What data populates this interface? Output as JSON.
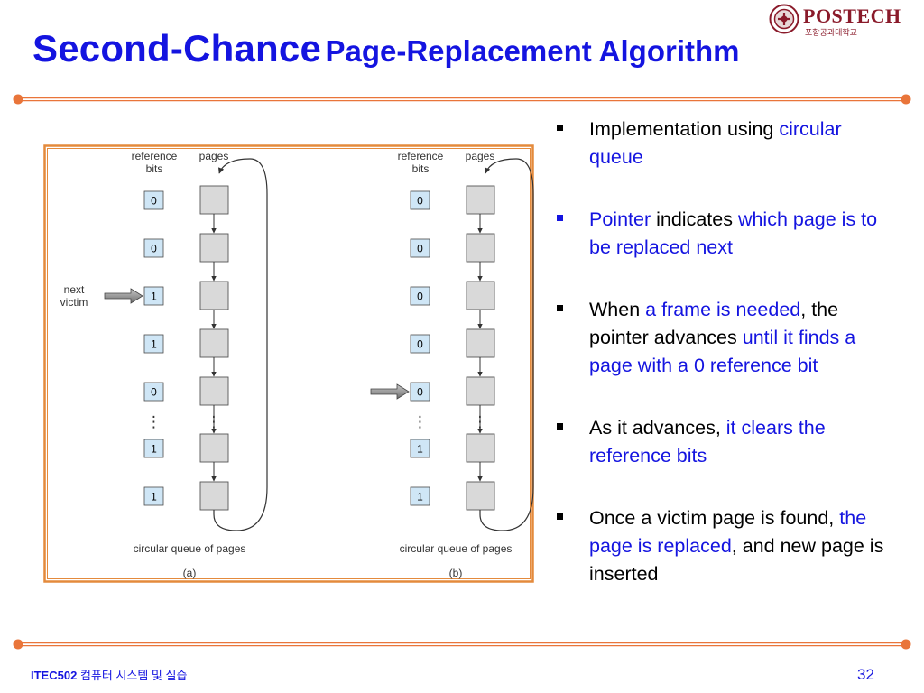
{
  "header": {
    "title_part1": "Second-Chance",
    "title_part2": "Page-Replacement Algorithm",
    "logo_text": "POSTECH",
    "logo_subtext": "포항공과대학교"
  },
  "figure": {
    "col_ref": "reference",
    "col_bits": "bits",
    "col_pages": "pages",
    "next_victim_line1": "next",
    "next_victim_line2": "victim",
    "queue_label": "circular queue of pages",
    "ellipsis": "⋮",
    "panel_a": {
      "caption": "(a)",
      "bits": [
        "0",
        "0",
        "1",
        "1",
        "0",
        "1",
        "1"
      ],
      "pointer_index": 2
    },
    "panel_b": {
      "caption": "(b)",
      "bits": [
        "0",
        "0",
        "0",
        "0",
        "0",
        "1",
        "1"
      ],
      "pointer_index": 4
    }
  },
  "bullets": [
    [
      {
        "t": "Implementation using ",
        "c": "k"
      },
      {
        "t": "circular queue",
        "c": "b"
      }
    ],
    [
      {
        "t": "Pointer",
        "c": "b"
      },
      {
        "t": " indicates ",
        "c": "k"
      },
      {
        "t": "which page is to be replaced next",
        "c": "b"
      }
    ],
    [
      {
        "t": "When ",
        "c": "k"
      },
      {
        "t": "a frame is needed",
        "c": "b"
      },
      {
        "t": ", the pointer advances ",
        "c": "k"
      },
      {
        "t": "until it finds a page with a 0 reference bit",
        "c": "b"
      }
    ],
    [
      {
        "t": "As it advances, ",
        "c": "k"
      },
      {
        "t": "it clears the reference bits",
        "c": "b"
      }
    ],
    [
      {
        "t": "Once a victim page is found, ",
        "c": "k"
      },
      {
        "t": "the page is replaced",
        "c": "b"
      },
      {
        "t": ", and new page is inserted",
        "c": "k"
      }
    ]
  ],
  "bullet_marker_colors": [
    "black",
    "blue",
    "black",
    "black",
    "black"
  ],
  "footer": {
    "course": "ITEC502",
    "course_name": "컴퓨터 시스템 및 실습",
    "page_number": "32"
  },
  "colors": {
    "title_blue": "#1414e0",
    "rule_orange": "#e9753a",
    "frame_orange": "#e48a3c",
    "page_box_gray": "#d9d9d9",
    "bit_box_blue": "#cfe6f6",
    "logo_red": "#8a1a2a"
  }
}
